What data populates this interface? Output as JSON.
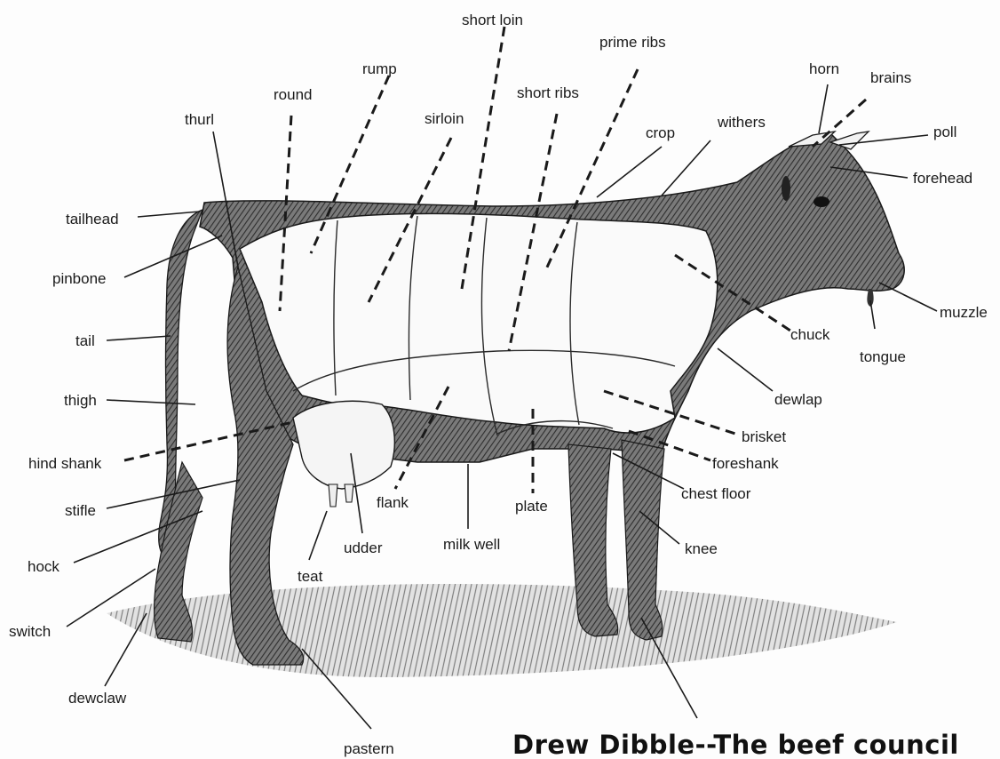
{
  "labels": {
    "short_loin": "short loin",
    "prime_ribs": "prime ribs",
    "rump": "rump",
    "round": "round",
    "short_ribs": "short ribs",
    "sirloin": "sirloin",
    "thurl": "thurl",
    "crop": "crop",
    "withers": "withers",
    "horn": "horn",
    "brains": "brains",
    "poll": "poll",
    "forehead": "forehead",
    "tailhead": "tailhead",
    "pinbone": "pinbone",
    "tail": "tail",
    "muzzle": "muzzle",
    "chuck": "chuck",
    "tongue": "tongue",
    "thigh": "thigh",
    "dewlap": "dewlap",
    "brisket": "brisket",
    "hind_shank": "hind shank",
    "foreshank": "foreshank",
    "chest_floor": "chest floor",
    "stifle": "stifle",
    "flank": "flank",
    "plate": "plate",
    "hock": "hock",
    "udder": "udder",
    "milk_well": "milk well",
    "knee": "knee",
    "teat": "teat",
    "switch": "switch",
    "dewclaw": "dewclaw",
    "pastern": "pastern"
  },
  "caption": "Drew Dibble--The beef council"
}
